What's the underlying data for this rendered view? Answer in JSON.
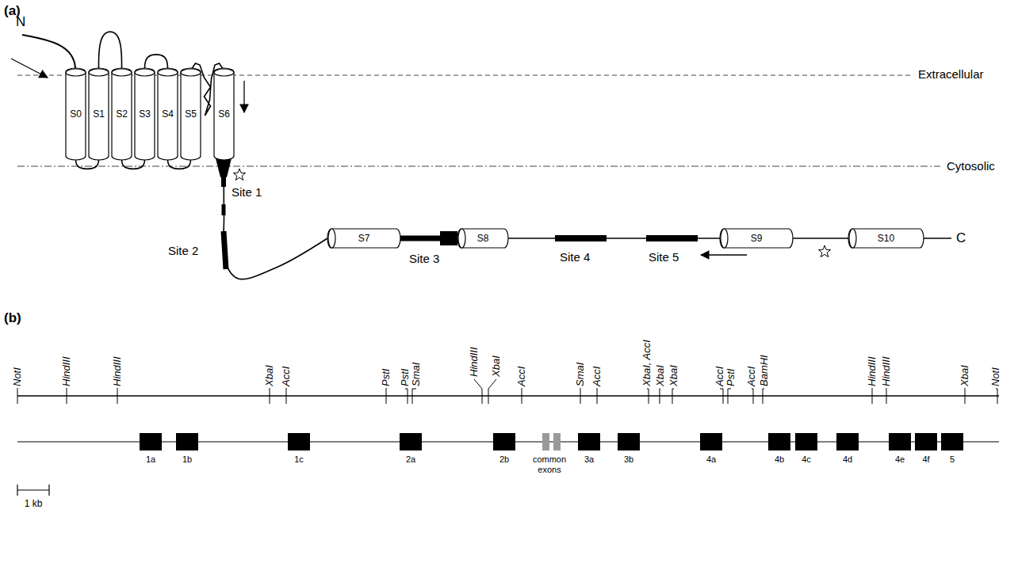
{
  "diagram": {
    "nodes": [
      {
        "text": [
          "S0"
        ]
      },
      {
        "text": [
          "S1"
        ]
      },
      {
        "text": [
          "S2"
        ]
      },
      {
        "text": [
          "S3"
        ]
      },
      {
        "text": [
          "S4"
        ]
      },
      {
        "text": [
          "S5"
        ]
      },
      {
        "text": [
          "S6"
        ]
      },
      {
        "text": [
          "S7"
        ]
      },
      {
        "text": [
          "S8"
        ]
      },
      {
        "text": [
          "S9"
        ]
      },
      {
        "text": [
          "S10"
        ]
      }
    ],
    "edges": [
      {
        "from": 0,
        "to": 1,
        "arrow": "none"
      },
      {
        "from": 1,
        "to": 2,
        "arrow": "none"
      },
      {
        "from": 2,
        "to": 3,
        "arrow": "none"
      },
      {
        "from": 3,
        "to": 4,
        "arrow": "none"
      },
      {
        "from": 4,
        "to": 5,
        "arrow": "none"
      },
      {
        "from": 5,
        "to": 6,
        "arrow": "none"
      },
      {
        "from": 6,
        "to": 7,
        "arrow": "none"
      },
      {
        "from": 7,
        "to": 8,
        "arrow": "none"
      },
      {
        "from": 8,
        "to": 9,
        "arrow": "none"
      },
      {
        "from": 9,
        "to": 10,
        "arrow": "none"
      }
    ],
    "labels": [
      "(a)",
      "N",
      "Extracellular",
      "Cytosolic",
      "Site 1",
      "Site 2",
      "Site 3",
      "Site 4",
      "Site 5",
      "C",
      "(b)",
      "NotI",
      "HindIII",
      "HindIII",
      "XbaI",
      "AccI",
      "PstI",
      "PstI",
      "SmaI",
      "HindIII",
      "XbaI",
      "AccI",
      "SmaI",
      "AccI",
      "XbaI, AccI",
      "XbaI",
      "XbaI",
      "AccI",
      "PstI",
      "AccI",
      "BamHI",
      "HindIII",
      "HindIII",
      "XbaI",
      "NotI",
      "1a",
      "1b",
      "1c",
      "2a",
      "2b",
      "common exons",
      "3a",
      "3b",
      "4a",
      "4b",
      "4c",
      "4d",
      "4e",
      "4f",
      "5",
      "1 kb"
    ]
  }
}
